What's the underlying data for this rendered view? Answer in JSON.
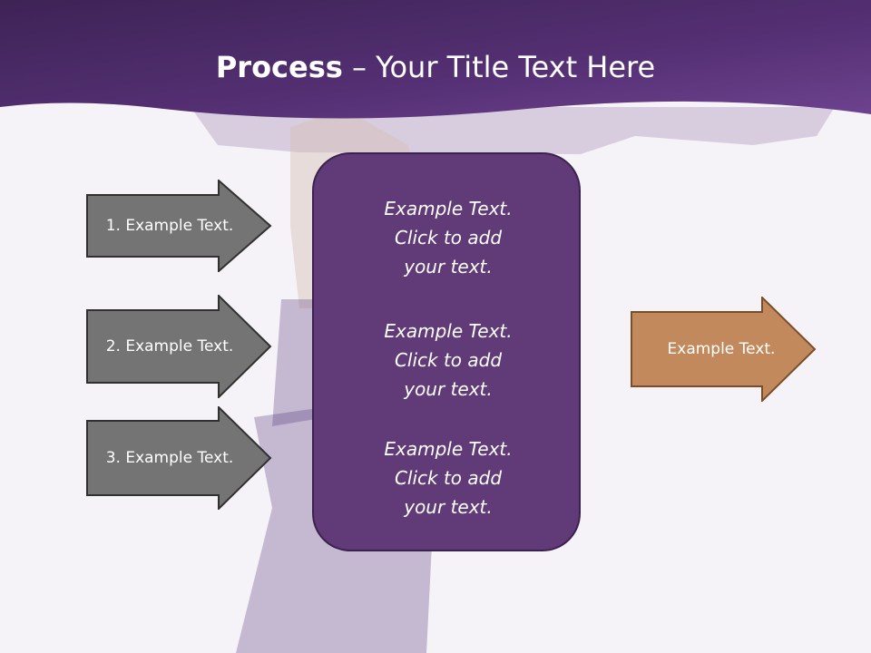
{
  "slide": {
    "title_bold": "Process",
    "title_rest": " – Your Title Text Here",
    "inputs": [
      {
        "label": "1. Example Text."
      },
      {
        "label": "2. Example Text."
      },
      {
        "label": "3. Example Text."
      }
    ],
    "center_items": [
      {
        "line1": "Example Text.",
        "line2": "Click  to add",
        "line3": "your text."
      },
      {
        "line1": "Example Text.",
        "line2": "Click  to add",
        "line3": "your text."
      },
      {
        "line1": "Example Text.",
        "line2": "Click  to add",
        "line3": "your text."
      }
    ],
    "output": {
      "label": "Example Text."
    }
  },
  "colors": {
    "header": "#4a2a66",
    "header_light": "#6a3f8a",
    "input_arrow": "#747474",
    "center_box": "#613b78",
    "output_arrow": "#c28a5c",
    "output_border": "#7a4e2a"
  }
}
